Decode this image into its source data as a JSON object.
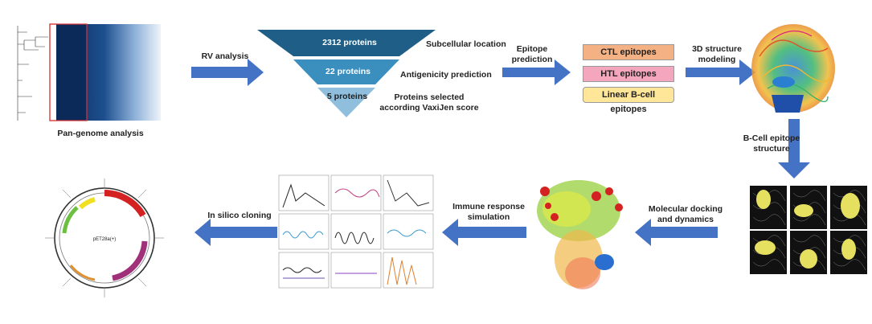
{
  "labels": {
    "pangenome": "Pan-genome analysis",
    "rv_analysis": "RV analysis",
    "subcellular": "Subcellular location",
    "antigenicity": "Antigenicity prediction",
    "selected_line1": "Proteins selected",
    "selected_line2": "according VaxiJen score",
    "epitope_line1": "Epitope",
    "epitope_line2": "prediction",
    "structure_line1": "3D structure",
    "structure_line2": "modeling",
    "bcell_line1": "B-Cell epitope",
    "bcell_line2": "structure",
    "docking_line1": "Molecular docking",
    "docking_line2": "and dynamics",
    "immune_line1": "Immune response",
    "immune_line2": "simulation",
    "cloning": "In silico cloning"
  },
  "funnel": {
    "tier1": "2312 proteins",
    "tier2": "22 proteins",
    "tier3": "5 proteins"
  },
  "epitopes": {
    "ctl": "CTL epitopes",
    "htl": "HTL epitopes",
    "linear": "Linear B-cell epitopes"
  },
  "colors": {
    "arrow": "#4472c4",
    "funnel_top": "#1f5f87",
    "funnel_mid": "#3b8fbf",
    "funnel_bot": "#8fbfdc",
    "ctl_box": "#f4b183",
    "htl_box": "#f4a6bf",
    "linear_box": "#ffe699"
  }
}
